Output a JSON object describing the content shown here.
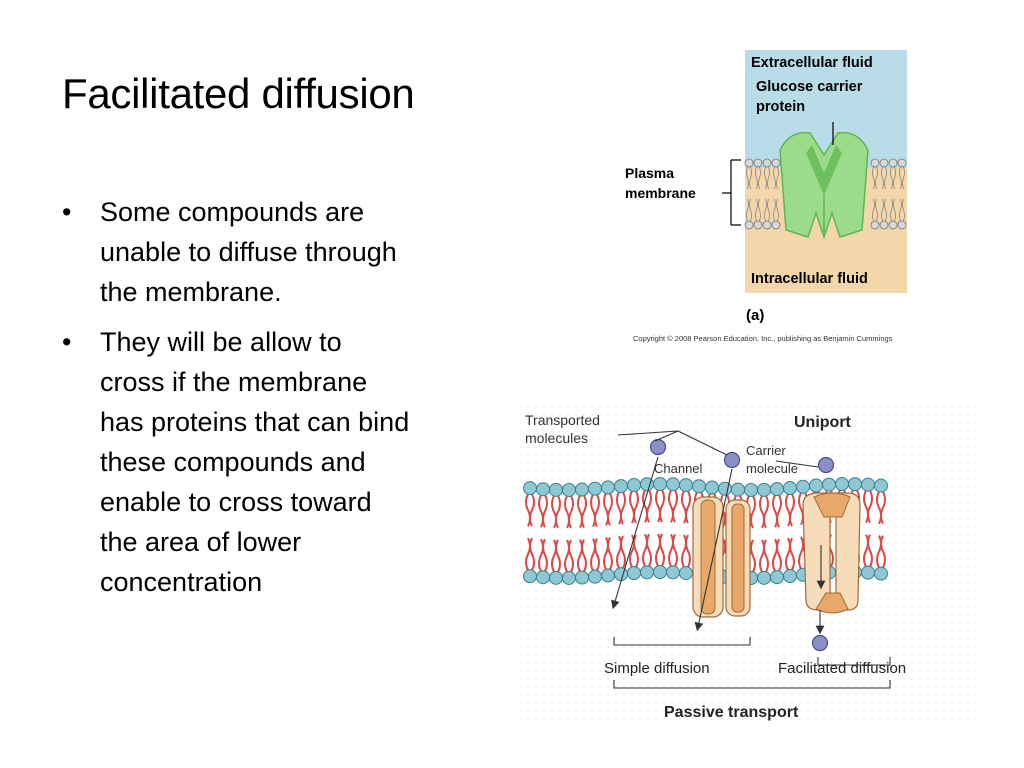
{
  "slide": {
    "title": "Facilitated diffusion",
    "bullets": [
      {
        "marker": "•",
        "text": "Some compounds are\nunable to diffuse through\nthe membrane."
      },
      {
        "marker": "•",
        "text": "They will be allow to\ncross if the membrane\nhas proteins that can bind\nthese compounds and\nenable to cross toward\nthe area of lower\nconcentration"
      }
    ]
  },
  "figure_a": {
    "extracellular_label": "Extracellular fluid",
    "carrier_label_line1": "Glucose carrier",
    "carrier_label_line2": "protein",
    "membrane_label_line1": "Plasma",
    "membrane_label_line2": "membrane",
    "intracellular_label": "Intracellular fluid",
    "panel_letter": "(a)",
    "copyright": "Copyright © 2008 Pearson Education, Inc., publishing as Benjamin Cummings",
    "colors": {
      "extracellular": "#b9dde8",
      "intracellular": "#f3d6a9",
      "protein": "#9ddb8c",
      "protein_dark": "#5cb84e"
    }
  },
  "figure_b": {
    "transported_line1": "Transported",
    "transported_line2": "molecules",
    "title": "Uniport",
    "carrier_line1": "Carrier",
    "carrier_line2": "molecule",
    "channel_label": "Channel",
    "simple_diffusion_label": "Simple diffusion",
    "facilitated_diffusion_label": "Facilitated diffusion",
    "passive_transport_label": "Passive transport",
    "colors": {
      "lipid_head": "#8ec8d4",
      "lipid_tail": "#d94a4a",
      "channel": "#e8a86a",
      "molecule": "#8a8fc8"
    }
  }
}
